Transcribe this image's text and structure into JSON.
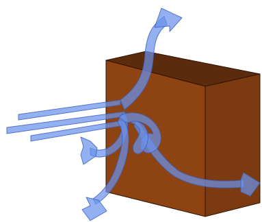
{
  "colors": {
    "background": "#ffffff",
    "box_front": "#8e4312",
    "box_side": "#7c3a10",
    "box_top": "#5c2a0c",
    "box_edge": "#2e1404",
    "flow_fill": "#6b92ea",
    "flow_stroke": "#3e64c2"
  },
  "scene": {
    "object": "box",
    "incoming_streams": 3,
    "outgoing_arrows": [
      "flow-arrow-up",
      "flow-arrow-left",
      "flow-arrow-down",
      "flow-arrow-right"
    ]
  }
}
